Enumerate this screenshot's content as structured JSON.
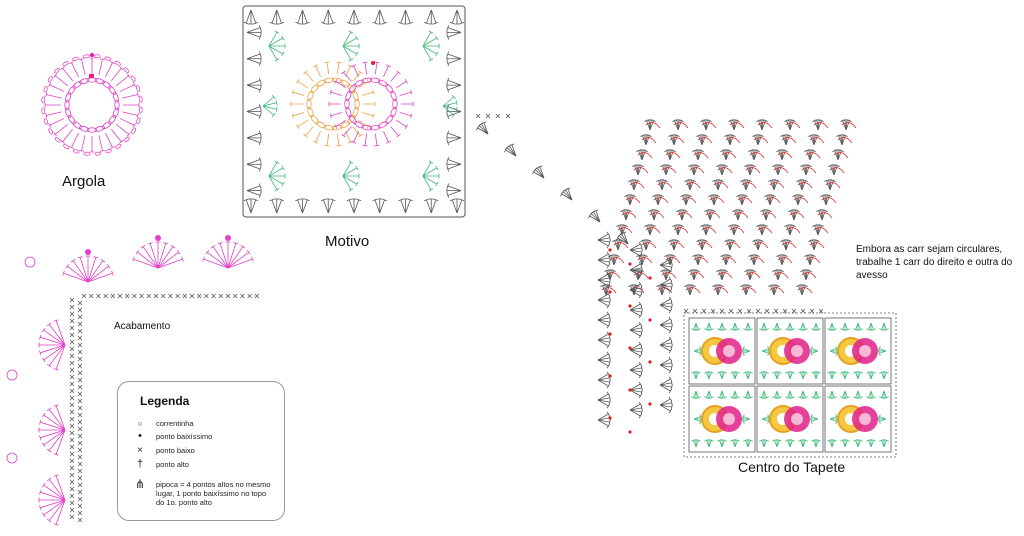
{
  "labels": {
    "argola": "Argola",
    "motivo": "Motivo",
    "acabamento": "Acabamento",
    "centro": "Centro do Tapete",
    "note": "Embora as carr sejam circulares, trabalhe 1 carr do direito e outra do avesso"
  },
  "legend": {
    "title": "Legenda",
    "items": [
      {
        "symbol": "chain-oval-icon",
        "glyph": "○",
        "text": "correntinha"
      },
      {
        "symbol": "slip-stitch-dot-icon",
        "glyph": "•",
        "text": "ponto baixíssimo"
      },
      {
        "symbol": "single-crochet-x-icon",
        "glyph": "×",
        "text": "ponto baixo"
      },
      {
        "symbol": "double-crochet-t-icon",
        "glyph": "†",
        "text": "ponto alto"
      },
      {
        "symbol": "popcorn-stitch-icon",
        "glyph": "⋔",
        "text": "pipoca = 4 pontos altos no mesmo lugar, 1 ponto baixíssimo no topo do 1o. ponto alto"
      }
    ]
  },
  "colors": {
    "ring": "#e040c8",
    "motif_green": "#3cb878",
    "motif_orange": "#f0a040",
    "gray": "#555555",
    "red": "#e02020",
    "yellow": "#f5c842",
    "magenta": "#e0208a"
  }
}
